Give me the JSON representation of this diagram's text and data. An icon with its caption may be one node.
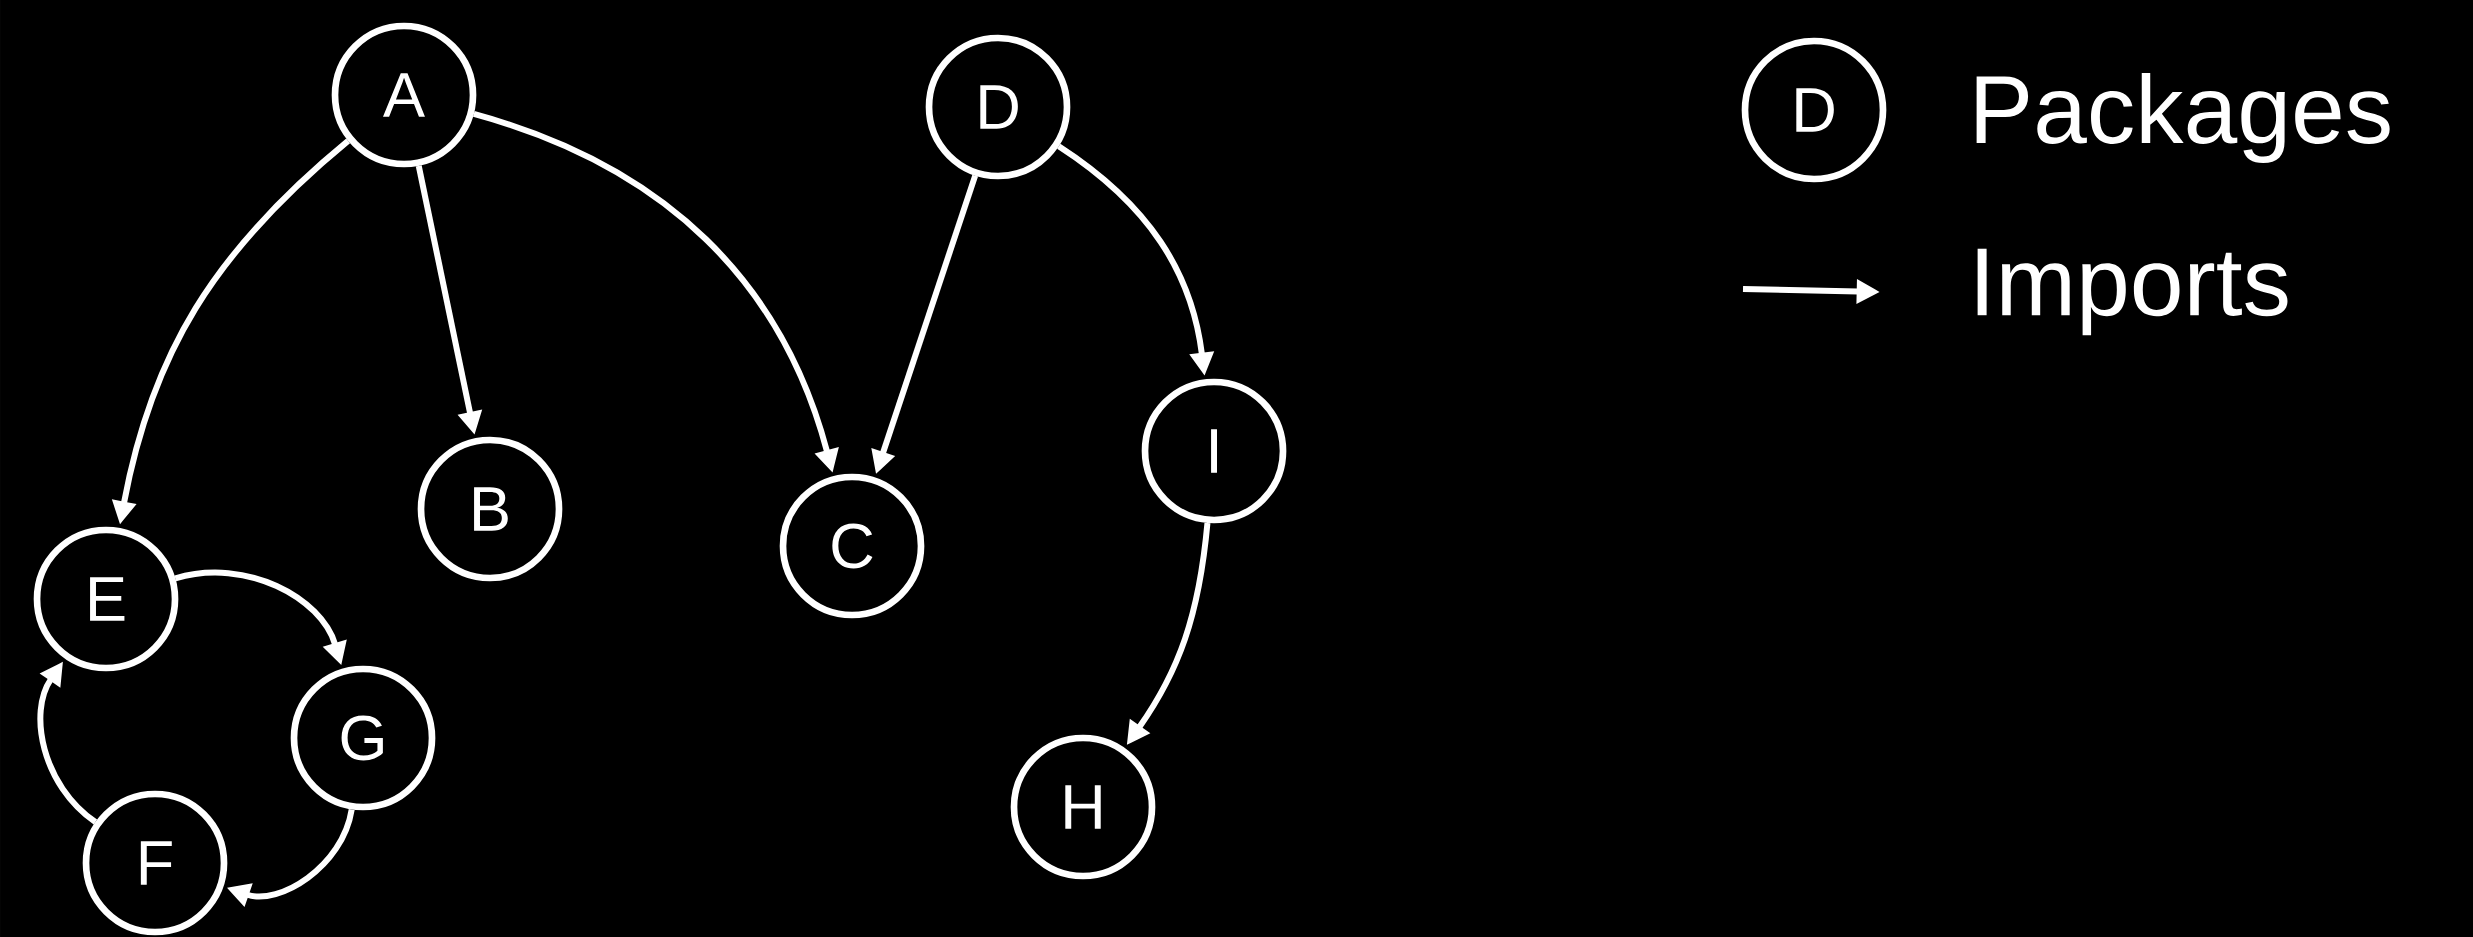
{
  "diagram": {
    "nodes": [
      {
        "text": [
          "A"
        ]
      },
      {
        "text": [
          "D"
        ]
      },
      {
        "text": [
          "B"
        ]
      },
      {
        "text": [
          "C"
        ]
      },
      {
        "text": [
          "I"
        ]
      },
      {
        "text": [
          "E"
        ]
      },
      {
        "text": [
          "G"
        ]
      },
      {
        "text": [
          "F"
        ]
      },
      {
        "text": [
          "H"
        ]
      },
      {
        "text": [
          "D"
        ]
      }
    ],
    "edges": [
      {
        "from": 0,
        "to": 5,
        "arrow": "to"
      },
      {
        "from": 0,
        "to": 2,
        "arrow": "to"
      },
      {
        "from": 0,
        "to": 3,
        "arrow": "to"
      },
      {
        "from": 1,
        "to": 3,
        "arrow": "to"
      },
      {
        "from": 1,
        "to": 4,
        "arrow": "to"
      },
      {
        "from": 4,
        "to": 8,
        "arrow": "to"
      },
      {
        "from": 5,
        "to": 6,
        "arrow": "to"
      },
      {
        "from": 6,
        "to": 7,
        "arrow": "to"
      },
      {
        "from": 7,
        "to": 5,
        "arrow": "to"
      }
    ],
    "legend": [
      {
        "text": "Packages"
      },
      {
        "text": "Imports"
      }
    ]
  }
}
